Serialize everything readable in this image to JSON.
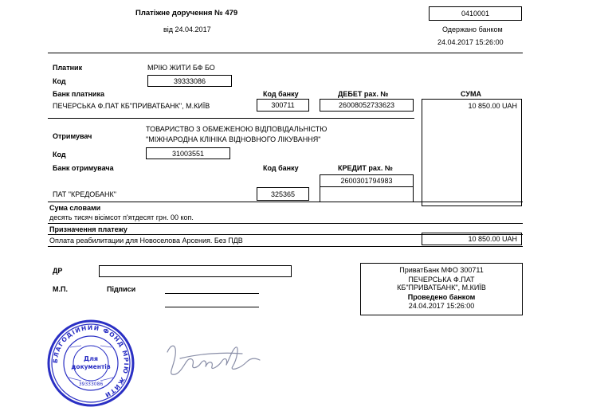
{
  "header": {
    "doc_title": "Платіжне доручення  № 479",
    "doc_date": "від 24.04.2017",
    "doc_code": "0410001",
    "received_label": "Одержано банком",
    "received_datetime": "24.04.2017 15:26:00"
  },
  "payer": {
    "label": "Платник",
    "name": "МРІЮ ЖИТИ БФ БО",
    "code_label": "Код",
    "code": "39333086",
    "bank_label": "Банк платника",
    "bank_name": "ПЕЧЕРСЬКА Ф.ПАТ КБ\"ПРИВАТБАНК\", М.КИЇВ",
    "bank_code_label": "Код банку",
    "bank_code": "300711",
    "debit_label": "ДЕБЕТ рах. №",
    "debit_account": "26008052733623",
    "sum_label": "СУМА",
    "sum": "10 850.00 UAH"
  },
  "recipient": {
    "label": "Отримувач",
    "name_line1": "ТОВАРИСТВО З ОБМЕЖЕНОЮ ВІДПОВІДАЛЬНІСТЮ",
    "name_line2": "\"МІЖНАРОДНА КЛІНІКА ВІДНОВНОГО ЛІКУВАННЯ\"",
    "code_label": "Код",
    "code": "31003551",
    "bank_label": "Банк отримувача",
    "bank_code_label": "Код банку",
    "credit_label": "КРЕДИТ рах. №",
    "credit_account": "2600301794983",
    "bank_name": "ПАТ \"КРЕДОБАНК\"",
    "bank_code": "325365"
  },
  "amount_words": {
    "label": "Сума словами",
    "text": "десять тисяч вісімсот п'ятдесят грн. 00 коп."
  },
  "purpose": {
    "label": "Призначення платежу",
    "text": "Оплата реабилитации для Новоселова Арсения. Без ПДВ",
    "sum": "10 850.00 UAH"
  },
  "footer": {
    "dr_label": "ДР",
    "mp_label": "М.П.",
    "signatures_label": "Підписи"
  },
  "bank_stamp": {
    "line1": "ПриватБанк     МФО       300711",
    "line2": "ПЕЧЕРСЬКА Ф.ПАТ",
    "line3": "КБ\"ПРИВАТБАНК\", М.КИЇВ",
    "line4": "Проведено банком",
    "line5": "24.04.2017 15:26:00"
  },
  "seal": {
    "outer_text": "БЛАГОДІЙНИЙ ФОНД МРІЮ ЖИТИ",
    "center_line1": "Для",
    "center_line2": "документів",
    "code": "39333086",
    "color": "#2a2fc4"
  },
  "colors": {
    "ink": "#000000",
    "seal": "#2a2fc4",
    "signature": "#8a8fa8"
  }
}
